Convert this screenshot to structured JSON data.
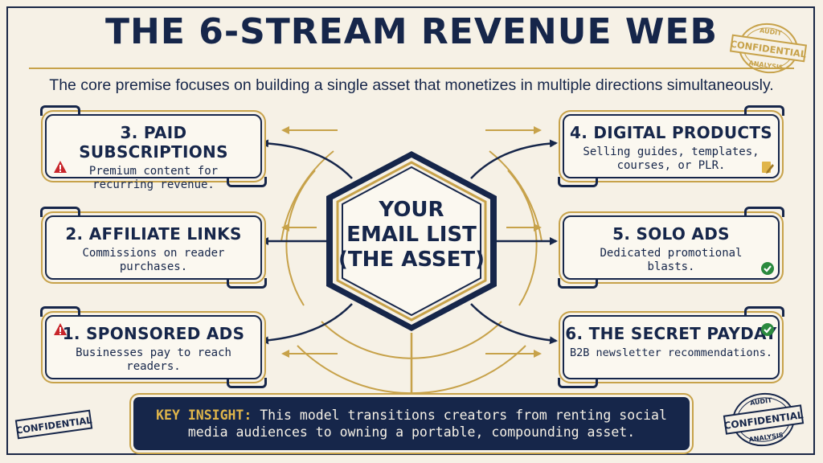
{
  "title": "THE 6-STREAM REVENUE WEB",
  "premise": "The core premise focuses on building a single asset that monetizes in multiple directions simultaneously.",
  "center": {
    "line1": "YOUR",
    "line2": "EMAIL LIST",
    "line3": "(THE ASSET)"
  },
  "streams": {
    "s3": {
      "title": "3. PAID SUBSCRIPTIONS",
      "desc": "Premium content for recurring revenue."
    },
    "s2": {
      "title": "2. AFFILIATE LINKS",
      "desc": "Commissions on reader purchases."
    },
    "s1": {
      "title": "1. SPONSORED ADS",
      "desc": "Businesses pay to reach readers."
    },
    "s4": {
      "title": "4. DIGITAL PRODUCTS",
      "desc": "Selling guides, templates, courses, or PLR."
    },
    "s5": {
      "title": "5. SOLO ADS",
      "desc": "Dedicated promotional blasts."
    },
    "s6": {
      "title": "6. THE SECRET PAYDAY",
      "desc": "B2B newsletter recommendations."
    }
  },
  "insight": {
    "label": "KEY INSIGHT:",
    "text_line1": "This model transitions creators from renting social",
    "text_line2": "media audiences to owning a portable, compounding asset."
  },
  "stamps": {
    "top_right": {
      "top": "AUDIT",
      "main": "CONFIDENTIAL",
      "bottom": "ANALYSIS"
    },
    "bottom_left": {
      "main": "CONFIDENTIAL"
    },
    "bottom_right": {
      "top": "AUDIT",
      "main": "CONFIDENTIAL",
      "bottom": "ANALYSIS"
    }
  },
  "colors": {
    "navy": "#16264a",
    "gold": "#c7a24a",
    "paper": "#f6f1e6",
    "warning_red": "#c8262b",
    "check_green": "#2b8a3e"
  },
  "icons": {
    "warning": "warning-icon",
    "check": "check-circle-icon",
    "pencil": "document-pencil-icon"
  }
}
